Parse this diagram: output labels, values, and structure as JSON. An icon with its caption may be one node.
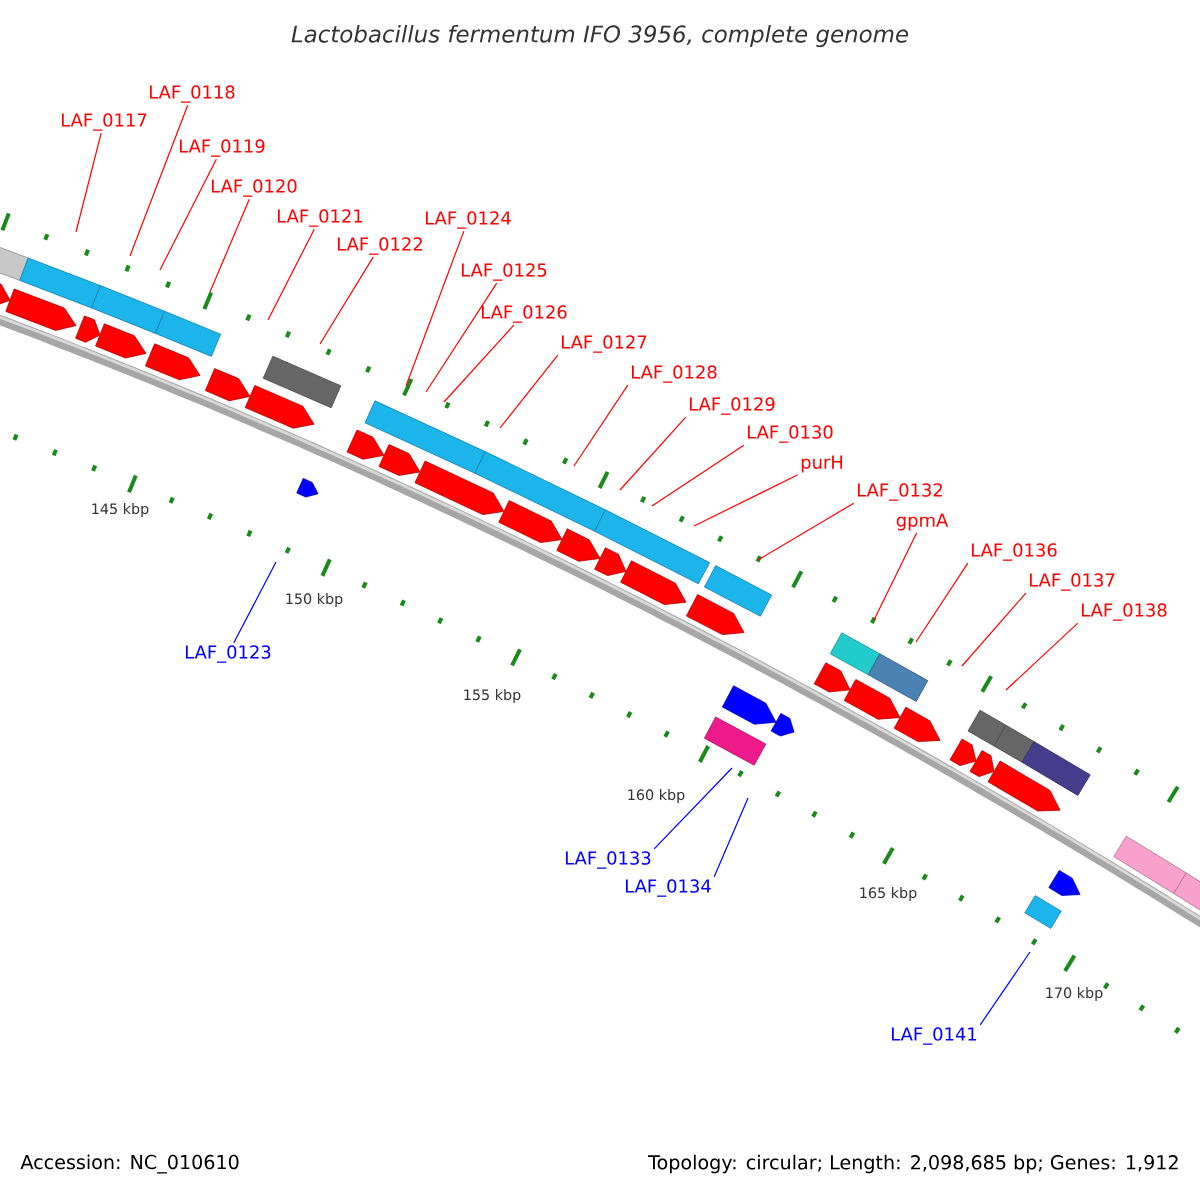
{
  "diagram": {
    "title": "Lactobacillus fermentum IFO 3956, complete genome",
    "nodes": [
      {
        "text": [
          "LAF_0117"
        ]
      },
      {
        "text": [
          "LAF_0118"
        ]
      },
      {
        "text": [
          "LAF_0119"
        ]
      },
      {
        "text": [
          "LAF_0120"
        ]
      },
      {
        "text": [
          "LAF_0121"
        ]
      },
      {
        "text": [
          "LAF_0122"
        ]
      },
      {
        "text": [
          "LAF_0123"
        ]
      },
      {
        "text": [
          "LAF_0124"
        ]
      },
      {
        "text": [
          "LAF_0125"
        ]
      },
      {
        "text": [
          "LAF_0126"
        ]
      },
      {
        "text": [
          "LAF_0127"
        ]
      },
      {
        "text": [
          "LAF_0128"
        ]
      },
      {
        "text": [
          "LAF_0129"
        ]
      },
      {
        "text": [
          "LAF_0130"
        ]
      },
      {
        "text": [
          "purH"
        ]
      },
      {
        "text": [
          "LAF_0132"
        ]
      },
      {
        "text": [
          "LAF_0133"
        ]
      },
      {
        "text": [
          "LAF_0134"
        ]
      },
      {
        "text": [
          "gpmA"
        ]
      },
      {
        "text": [
          "LAF_0136"
        ]
      },
      {
        "text": [
          "LAF_0137"
        ]
      },
      {
        "text": [
          "LAF_0138"
        ]
      },
      {
        "text": [
          "LAF_0141"
        ]
      }
    ],
    "edges": [
      {
        "from": 0,
        "to": null,
        "arrow": "none"
      },
      {
        "from": 1,
        "to": null,
        "arrow": "none"
      },
      {
        "from": 2,
        "to": null,
        "arrow": "none"
      },
      {
        "from": 3,
        "to": null,
        "arrow": "none"
      },
      {
        "from": 4,
        "to": null,
        "arrow": "none"
      },
      {
        "from": 5,
        "to": null,
        "arrow": "none"
      },
      {
        "from": 6,
        "to": null,
        "arrow": "none",
        "color": "#0000ff"
      },
      {
        "from": 7,
        "to": null,
        "arrow": "none"
      },
      {
        "from": 8,
        "to": null,
        "arrow": "none"
      },
      {
        "from": 9,
        "to": null,
        "arrow": "none"
      },
      {
        "from": 10,
        "to": null,
        "arrow": "none"
      },
      {
        "from": 11,
        "to": null,
        "arrow": "none"
      },
      {
        "from": 12,
        "to": null,
        "arrow": "none"
      },
      {
        "from": 13,
        "to": null,
        "arrow": "none"
      },
      {
        "from": 14,
        "to": null,
        "arrow": "none"
      },
      {
        "from": 15,
        "to": null,
        "arrow": "none"
      },
      {
        "from": 16,
        "to": null,
        "arrow": "none",
        "color": "#0000ff"
      },
      {
        "from": 17,
        "to": null,
        "arrow": "none",
        "color": "#0000ff"
      },
      {
        "from": 18,
        "to": null,
        "arrow": "none"
      },
      {
        "from": 19,
        "to": null,
        "arrow": "none"
      },
      {
        "from": 20,
        "to": null,
        "arrow": "none"
      },
      {
        "from": 21,
        "to": null,
        "arrow": "none"
      },
      {
        "from": 22,
        "to": null,
        "arrow": "none",
        "color": "#0000ff"
      }
    ],
    "labels": [
      "145 kbp",
      "150 kbp",
      "155 kbp",
      "160 kbp",
      "165 kbp",
      "170 kbp",
      "Accession: NC_010610",
      "Topology: circular; Length: 2,098,685 bp; Genes: 1,912"
    ]
  }
}
